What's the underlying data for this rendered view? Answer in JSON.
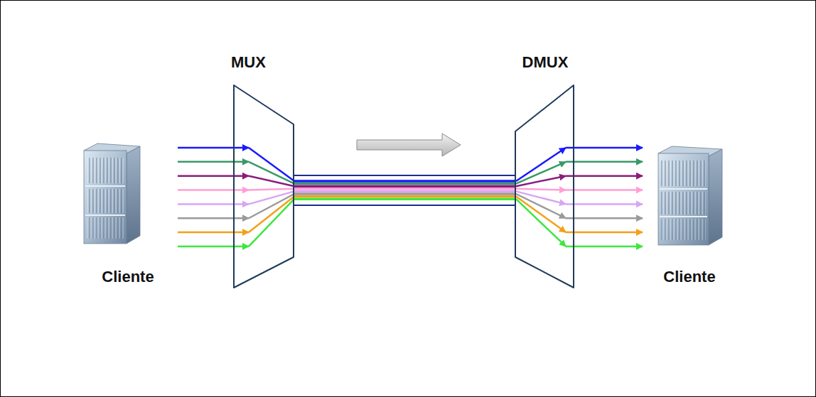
{
  "diagram": {
    "nodes": [
      {
        "text": [
          "Cliente"
        ]
      },
      {
        "text": [
          "MUX"
        ]
      },
      {
        "text": [
          "DMUX"
        ]
      },
      {
        "text": [
          "Cliente"
        ]
      }
    ],
    "edges": [
      {
        "from": 0,
        "to": 1,
        "arrow": "to"
      },
      {
        "from": 1,
        "to": 2,
        "arrow": "none"
      },
      {
        "from": 2,
        "to": 3,
        "arrow": "to"
      }
    ]
  }
}
